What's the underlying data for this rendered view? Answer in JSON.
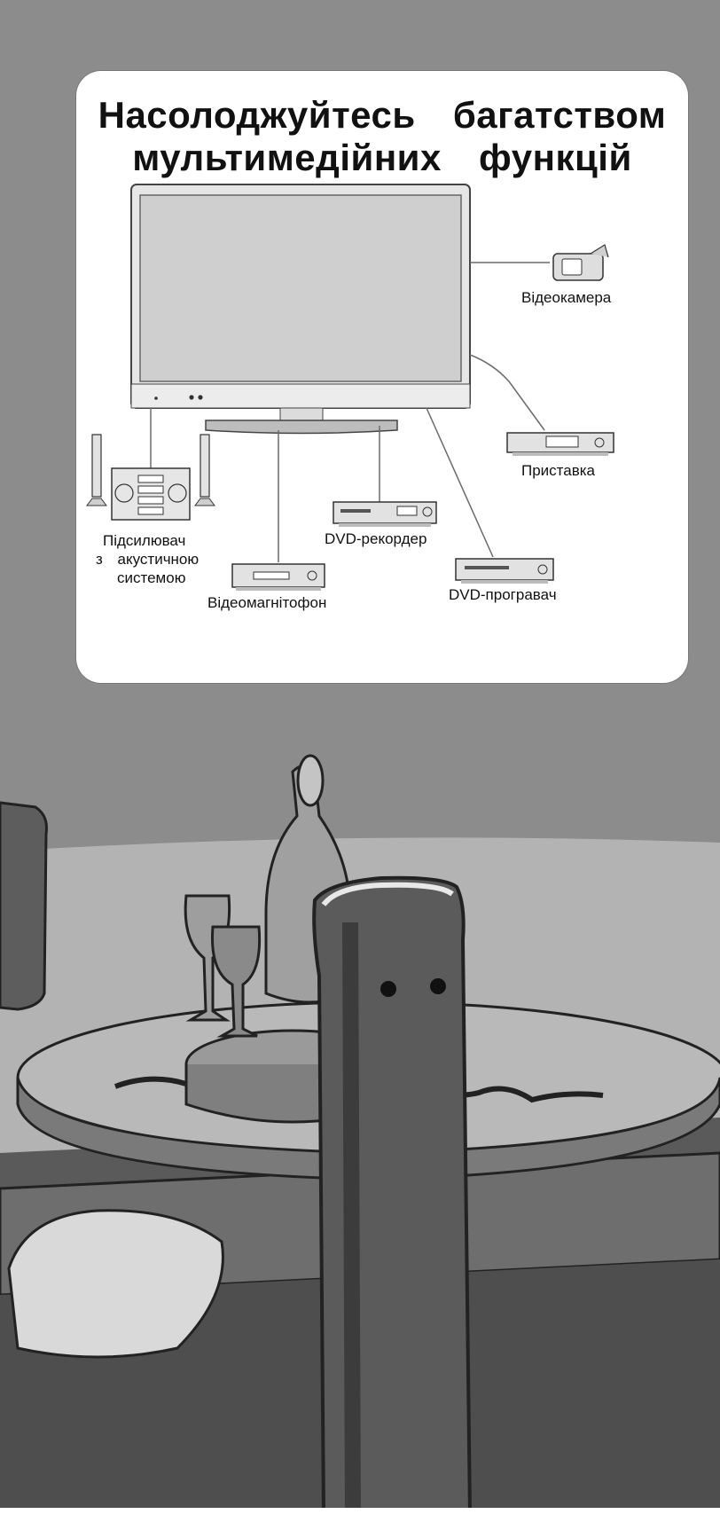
{
  "title": {
    "line1": "Насолоджуйтесь багатством",
    "line2": "мультимедійних функцій"
  },
  "devices": {
    "camcorder": "Відеокамера",
    "settop_box": "Приставка",
    "dvd_recorder": "DVD-рекордер",
    "amplifier_line1": "Підсилювач",
    "amplifier_line2": "з акустичною",
    "amplifier_line3": "системою",
    "vcr": "Відеомагнітофон",
    "dvd_player": "DVD-програвач"
  },
  "icons": [
    "camcorder-icon",
    "settop-box-icon",
    "dvd-recorder-icon",
    "amplifier-icon",
    "vcr-icon",
    "dvd-player-icon",
    "tv-icon"
  ],
  "colors": {
    "background": "#8f8f8f",
    "panel": "#ffffff",
    "text": "#111111"
  }
}
